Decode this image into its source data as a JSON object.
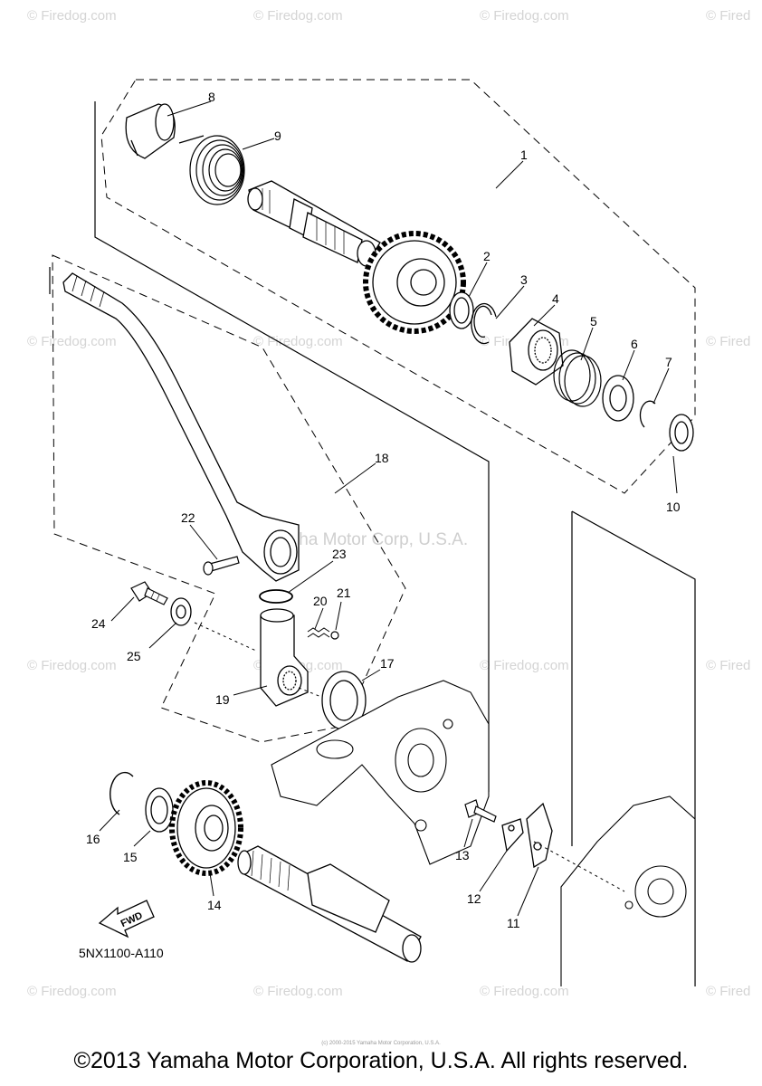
{
  "watermarks": [
    {
      "id": "wm1",
      "text": "© Firedog.com"
    },
    {
      "id": "wm2",
      "text": "© Firedog.com"
    },
    {
      "id": "wm3",
      "text": "© Firedog.com"
    },
    {
      "id": "wm4",
      "text": "© Fired"
    },
    {
      "id": "wm5",
      "text": "© Firedog.com"
    },
    {
      "id": "wm6",
      "text": "© Firedog.com"
    },
    {
      "id": "wm7",
      "text": "© Firedog.com"
    },
    {
      "id": "wm8",
      "text": "© Fired"
    },
    {
      "id": "wm9",
      "text": "© Firedog.com"
    },
    {
      "id": "wm10",
      "text": "© Firedog.com"
    },
    {
      "id": "wm11",
      "text": "© Firedog.com"
    },
    {
      "id": "wm12",
      "text": "© Fired"
    },
    {
      "id": "wm13",
      "text": "© Firedog.com"
    },
    {
      "id": "wm14",
      "text": "© Firedog.com"
    },
    {
      "id": "wm15",
      "text": "© Firedog.com"
    },
    {
      "id": "wm16",
      "text": "© Fired"
    }
  ],
  "center_watermark": "Yamaha Motor Corp, U.S.A.",
  "callouts": [
    "1",
    "2",
    "3",
    "4",
    "5",
    "6",
    "7",
    "8",
    "9",
    "10",
    "11",
    "12",
    "13",
    "14",
    "15",
    "16",
    "17",
    "18",
    "19",
    "20",
    "21",
    "22",
    "23",
    "24",
    "25"
  ],
  "fwd_label": "FWD",
  "diagram_code": "5NX1100-A110",
  "fine_print": "(c) 2000-2015 Yamaha Motor Corporation, U.S.A.",
  "copyright": "©2013 Yamaha Motor Corporation, U.S.A. All rights reserved."
}
